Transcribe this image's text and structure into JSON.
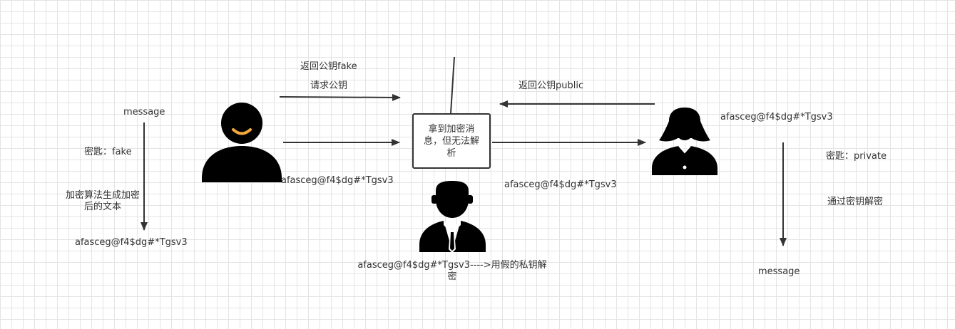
{
  "labels": {
    "message_top": "message",
    "key_fake": "密匙：fake",
    "encrypt_line1": "加密算法生成加密",
    "encrypt_line2": "后的文本",
    "cipher_left": "afasceg@f4$dg#*Tgsv3",
    "return_fake": "返回公钥fake",
    "request_key": "请求公钥",
    "cipher_mid_left": "afasceg@f4$dg#*Tgsv3",
    "box_text": "拿到加密消息，但无法解析",
    "cipher_mid_right": "afasceg@f4$dg#*Tgsv3",
    "return_public": "返回公钥public",
    "cipher_right": "afasceg@f4$dg#*Tgsv3",
    "key_private": "密匙：private",
    "decrypt_by_key": "通过密钥解密",
    "message_bottom": "message",
    "attacker_line1": "afasceg@f4$dg#*Tgsv3---->用假的私钥解",
    "attacker_line2": "密"
  },
  "icons": {
    "sender": "person-smile-icon",
    "receiver": "woman-icon",
    "attacker": "man-suit-icon"
  },
  "colors": {
    "stroke": "#333333",
    "figure": "#000000",
    "smile": "#f0a93a",
    "grid": "#e4e4e4"
  }
}
